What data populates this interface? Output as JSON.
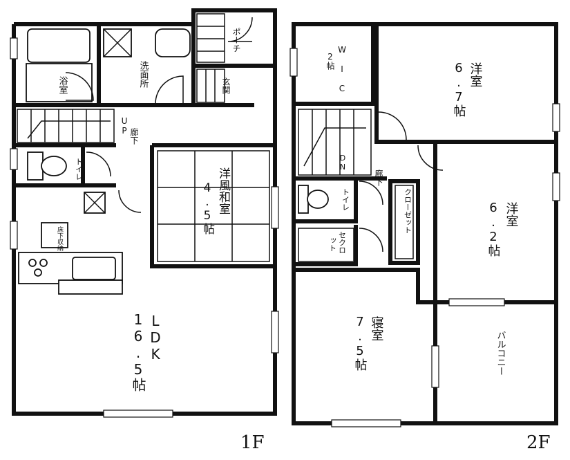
{
  "floors": [
    {
      "tag": "1F",
      "rooms": {
        "bath": "浴室",
        "washroom": "洗面所",
        "porch": "ポーチ",
        "entrance": "玄関",
        "hall": "廊下",
        "stairs_up": "UP",
        "toilet": "トイレ",
        "japanese_room": "洋風和室",
        "japanese_room_size": "4.5帖",
        "floor_storage": "床下収納",
        "ldk": "LDK",
        "ldk_size": "16.5帖"
      }
    },
    {
      "tag": "2F",
      "rooms": {
        "wic": "W I C",
        "wic_size": "2帖",
        "western1": "洋室",
        "western1_size": "6.7帖",
        "stairs_dn": "DN",
        "hall": "廊下",
        "toilet": "トイレ",
        "closet": "クローゼット",
        "small_closet": "セクロ",
        "small_closet_b": "ット",
        "western2": "洋室",
        "western2_size": "6.2帖",
        "bedroom": "寝室",
        "bedroom_size": "7.5帖",
        "balcony": "バルコニー"
      }
    }
  ]
}
